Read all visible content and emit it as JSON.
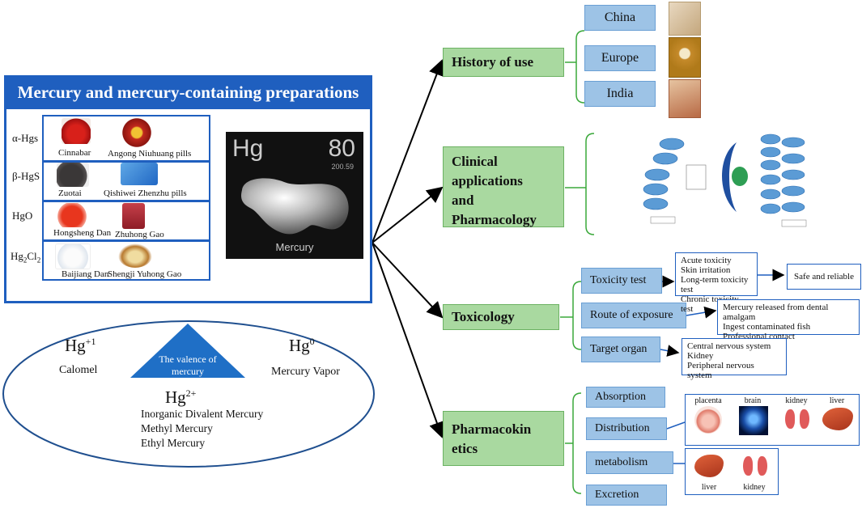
{
  "left": {
    "title": "Mercury and mercury-containing preparations",
    "rows": [
      {
        "label": "α-Hgs",
        "items": [
          "Cinnabar",
          "Angong Niuhuang pills"
        ]
      },
      {
        "label": "β-HgS",
        "items": [
          "Zuotai",
          "Qishiwei Zhenzhu pills"
        ]
      },
      {
        "label": "HgO",
        "items": [
          "Hongsheng Dan",
          "Zhuhong Gao"
        ]
      },
      {
        "label": "Hg₂Cl₂",
        "items": [
          "Baijiang Dan",
          "Shengji Yuhong Gao"
        ]
      }
    ],
    "element": {
      "symbol": "Hg",
      "number": "80",
      "mass": "200.59",
      "name": "Mercury"
    }
  },
  "valence": {
    "center": "The valence of mercury",
    "hg1": {
      "formula": "Hg",
      "sup": "+1",
      "name": "Calomel"
    },
    "hg0": {
      "formula": "Hg",
      "sup": "0",
      "name": "Mercury Vapor"
    },
    "hg2": {
      "formula": "Hg",
      "sup": "2+",
      "names": [
        "Inorganic Divalent Mercury",
        "Methyl Mercury",
        "Ethyl Mercury"
      ]
    }
  },
  "history": {
    "title": "History of use",
    "items": [
      "China",
      "Europe",
      "India"
    ]
  },
  "clinical": {
    "title_lines": [
      "Clinical",
      "applications",
      "and",
      "Pharmacology"
    ]
  },
  "toxicology": {
    "title": "Toxicology",
    "items": [
      "Toxicity test",
      "Route of exposure",
      "Target organ"
    ],
    "toxicity_tests": [
      "Acute toxicity",
      "Skin irritation",
      "Long-term toxicity test",
      "Chronic toxicity test"
    ],
    "toxicity_result": "Safe and reliable",
    "routes": [
      "Mercury released from dental amalgam",
      "Ingest contaminated fish",
      "Professional contact"
    ],
    "organs": [
      "Central nervous system",
      "Kidney",
      "Peripheral nervous system"
    ]
  },
  "pk": {
    "title_lines": [
      "Pharmacokin",
      "etics"
    ],
    "items": [
      "Absorption",
      "Distribution",
      "metabolism",
      "Excretion"
    ],
    "distribution_organs": [
      "placenta",
      "brain",
      "kidney",
      "liver"
    ],
    "metabolism_organs": [
      "liver",
      "kidney"
    ]
  },
  "colors": {
    "blue": "#1f5fbf",
    "green": "#a9d9a0",
    "light_blue": "#9dc3e6"
  }
}
